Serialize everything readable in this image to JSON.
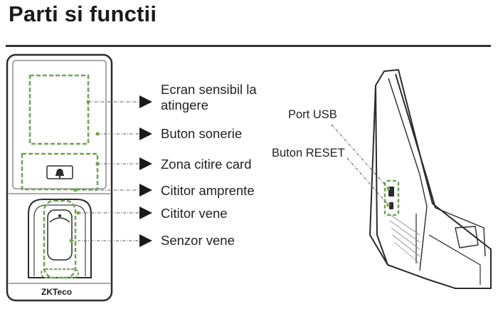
{
  "page": {
    "title": "Parti si functii"
  },
  "front_labels": [
    "Ecran sensibil la atingere",
    "Buton sonerie",
    "Zona citire card",
    "Cititor amprente",
    "Cititor vene",
    "Senzor vene"
  ],
  "side_labels": [
    "Port USB",
    "Buton RESET"
  ],
  "device": {
    "brand": "ZKTeco"
  },
  "colors": {
    "highlight": "#6aa84f",
    "outline": "#2b2b2b",
    "pointer": "#1a1a1a",
    "rule": "#333333"
  }
}
